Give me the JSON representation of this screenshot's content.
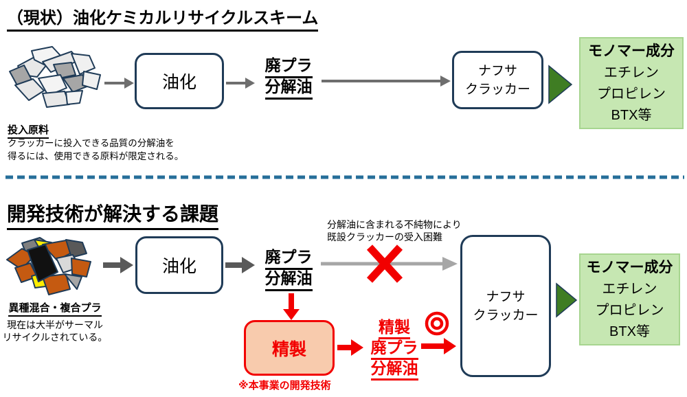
{
  "current": {
    "title": "（現状）油化ケミカルリサイクルスキーム",
    "process_box": "油化",
    "oil_label": [
      "廃プラ",
      "分解油"
    ],
    "cracker_box": [
      "ナフサ",
      "クラッカー"
    ],
    "monomer": {
      "title": "モノマー成分",
      "items": [
        "エチレン",
        "プロピレン",
        "BTX等"
      ]
    },
    "feedstock": {
      "label": "投入原料",
      "desc": [
        "クラッカーに投入できる品質の分解油を",
        "得るには、使用できる原料が限定される。"
      ]
    }
  },
  "development": {
    "title": "開発技術が解決する課題",
    "process_box": "油化",
    "oil_label": [
      "廃プラ",
      "分解油"
    ],
    "impurity_note": [
      "分解油に含まれる不純物により",
      "既設クラッカーの受入困難"
    ],
    "refine_box": "精製",
    "refine_note": "※本事業の開発技術",
    "refined_oil_label": [
      "精製",
      "廃プラ",
      "分解油"
    ],
    "cracker_box": [
      "ナフサ",
      "クラッカー"
    ],
    "monomer": {
      "title": "モノマー成分",
      "items": [
        "エチレン",
        "プロピレン",
        "BTX等"
      ]
    },
    "feedstock": {
      "label": "異種混合・複合プラ",
      "desc": [
        "現在は大半がサーマル",
        "リサイクルされている。"
      ]
    }
  },
  "icons": {
    "good_mark": "double-circle ◎",
    "reject_mark": "red cross ✕",
    "flow_arrow": "right arrow",
    "output_arrow": "green triangle-right"
  },
  "colors": {
    "navy_border": "#1f3b57",
    "accent_red": "#f20000",
    "peach_fill": "#f8cbad",
    "green_fill": "#c6e7b2",
    "green_arrow": "#3f7d23",
    "divider_blue": "#266e99",
    "gray_arrow": "#6e6e6e",
    "dark_arrow": "#595959",
    "light_arrow": "#a6a6a6"
  }
}
